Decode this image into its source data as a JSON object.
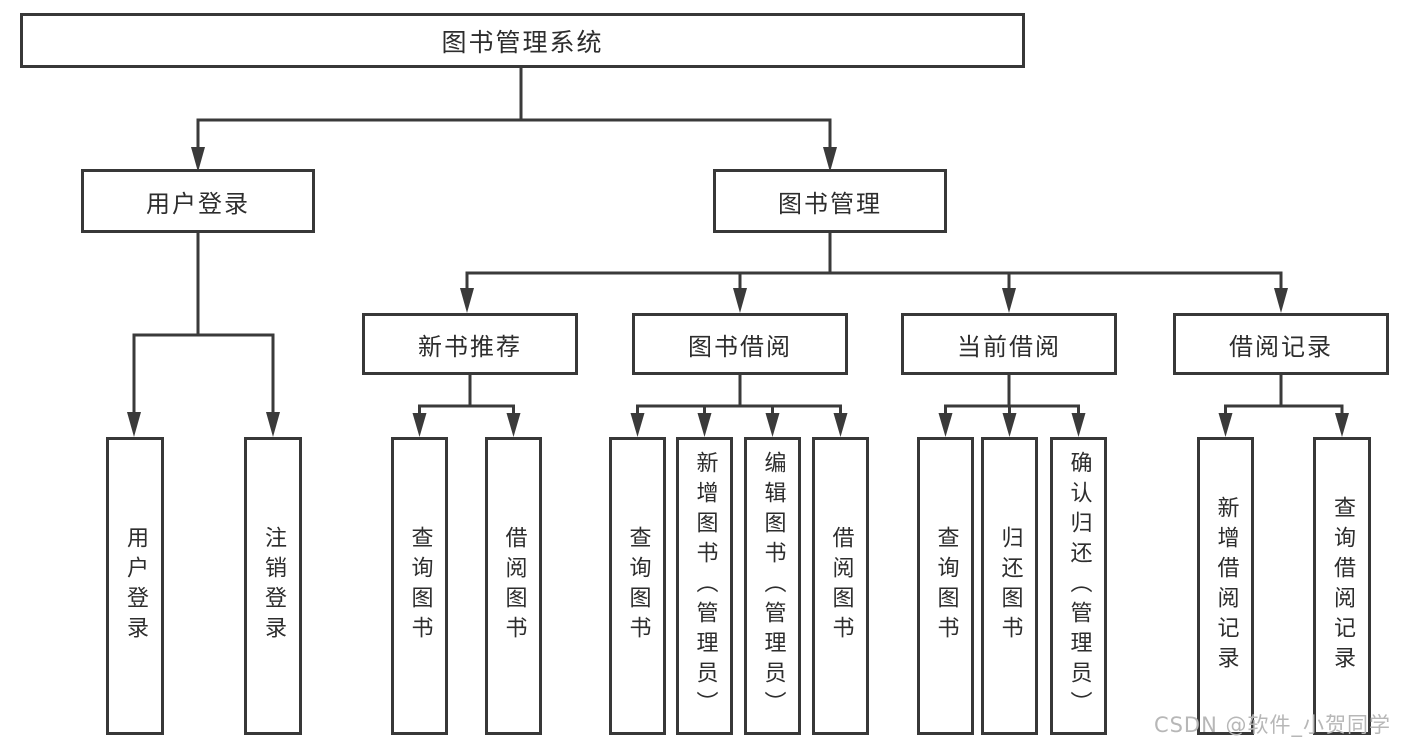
{
  "diagram": {
    "root": {
      "label": "图书管理系统"
    },
    "branches": [
      {
        "label": "用户登录",
        "children": [
          {
            "label": "用户登录"
          },
          {
            "label": "注销登录"
          }
        ]
      },
      {
        "label": "图书管理",
        "children": [
          {
            "label": "新书推荐",
            "children": [
              {
                "label": "查询图书"
              },
              {
                "label": "借阅图书"
              }
            ]
          },
          {
            "label": "图书借阅",
            "children": [
              {
                "label": "查询图书"
              },
              {
                "label": "新增图书（管理员）"
              },
              {
                "label": "编辑图书（管理员）"
              },
              {
                "label": "借阅图书"
              }
            ]
          },
          {
            "label": "当前借阅",
            "children": [
              {
                "label": "查询图书"
              },
              {
                "label": "归还图书"
              },
              {
                "label": "确认归还（管理员）"
              }
            ]
          },
          {
            "label": "借阅记录",
            "children": [
              {
                "label": "新增借阅记录"
              },
              {
                "label": "查询借阅记录"
              }
            ]
          }
        ]
      }
    ]
  },
  "watermark": {
    "text": "CSDN @软件_小贺同学",
    "color": "#b7b7b7"
  },
  "colors": {
    "line": "#3a3a3a",
    "border": "#383838",
    "text": "#2d2d2d",
    "background": "#ffffff"
  }
}
